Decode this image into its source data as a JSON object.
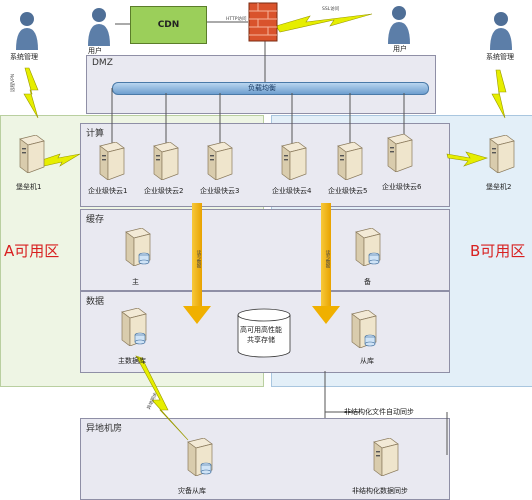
{
  "labels": {
    "admin_left": "系统管理",
    "admin_right": "系统管理",
    "user_left": "用户",
    "user_right": "用户",
    "cdn": "CDN",
    "http_access": "HTTP访问",
    "ssl_access": "SSL访问",
    "dmz": "DMZ",
    "load_balance": "负载均衡",
    "vpn_left": "远程VPN",
    "bastion1": "堡垒机1",
    "bastion2": "堡垒机2",
    "zone_a": "A可用区",
    "zone_b": "B可用区",
    "compute": "计算",
    "cache": "缓存",
    "data": "数据",
    "servers": [
      "企业级快云1",
      "企业级快云2",
      "企业级快云3",
      "企业级快云4",
      "企业级快云5",
      "企业级快云6"
    ],
    "cache_primary": "主",
    "cache_backup": "备",
    "main_db": "主数据库",
    "slave_db": "从库",
    "ha_storage_l1": "高可用高性能",
    "ha_storage_l2": "共享存储",
    "cache_arrow_1": "读写数据",
    "cache_arrow_2": "读写数据",
    "offsite_sync": "异地同步",
    "unstructured_sync": "非结构化文件自动同步",
    "offsite_room": "异地机房",
    "disaster_slave": "灾备从库",
    "unstructured_sync_bottom": "非结构化数据同步"
  },
  "colors": {
    "zone_a": "#eef5e4",
    "zone_b": "#e3eff8",
    "zone_label": "#d82020",
    "cdn": "#9bcf5a",
    "arrow": "#f4b400",
    "lightning": "#e6ee00",
    "bus": "#6e9fcf"
  }
}
